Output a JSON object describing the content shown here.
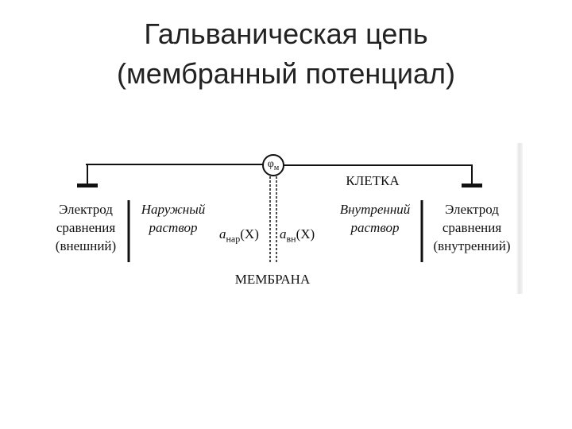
{
  "title": {
    "line1": "Гальваническая цепь",
    "line2": "(мембранный потенциал)"
  },
  "diagram": {
    "meter_symbol": "φ",
    "meter_subscript": "м",
    "cell_label": "КЛЕТКА",
    "left_electrode": [
      "Электрод",
      "сравнения",
      "(внешний)"
    ],
    "outer_solution": [
      "Наружный",
      "раствор"
    ],
    "activity_outer": {
      "a": "a",
      "sub": "нар",
      "arg": "(X)"
    },
    "activity_inner": {
      "a": "a",
      "sub": "вн",
      "arg": "(X)"
    },
    "inner_solution": [
      "Внутренний",
      "раствор"
    ],
    "right_electrode": [
      "Электрод",
      "сравнения",
      "(внутренний)"
    ],
    "membrane_label": "МЕМБРАНА"
  }
}
